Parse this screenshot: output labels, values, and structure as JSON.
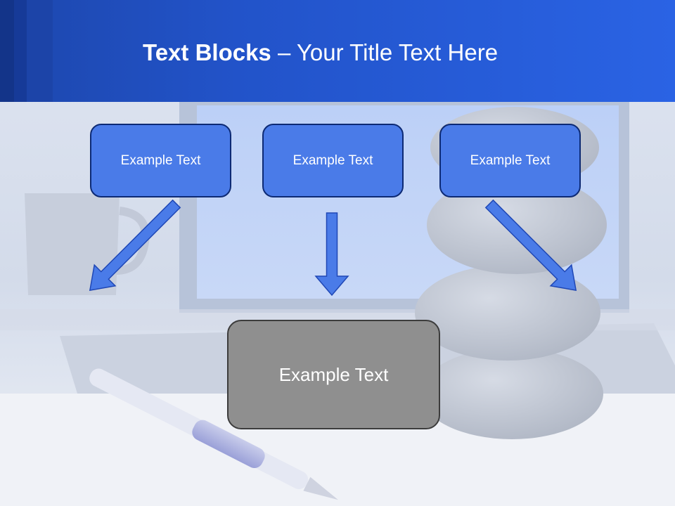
{
  "slide": {
    "title_bold": "Text Blocks",
    "title_separator": " – ",
    "title_regular": "Your Title Text Here"
  },
  "blocks": [
    {
      "label": "Example Text"
    },
    {
      "label": "Example Text"
    },
    {
      "label": "Example Text"
    }
  ],
  "center_block": {
    "label": "Example Text"
  },
  "colors": {
    "header_blue": "#2a63e4",
    "block_blue": "#4a7be8",
    "center_gray": "#8f8f8f",
    "arrow_blue": "#4a7be8"
  },
  "icons": [
    "arrow-down-right-icon",
    "arrow-down-icon",
    "arrow-down-left-icon"
  ]
}
